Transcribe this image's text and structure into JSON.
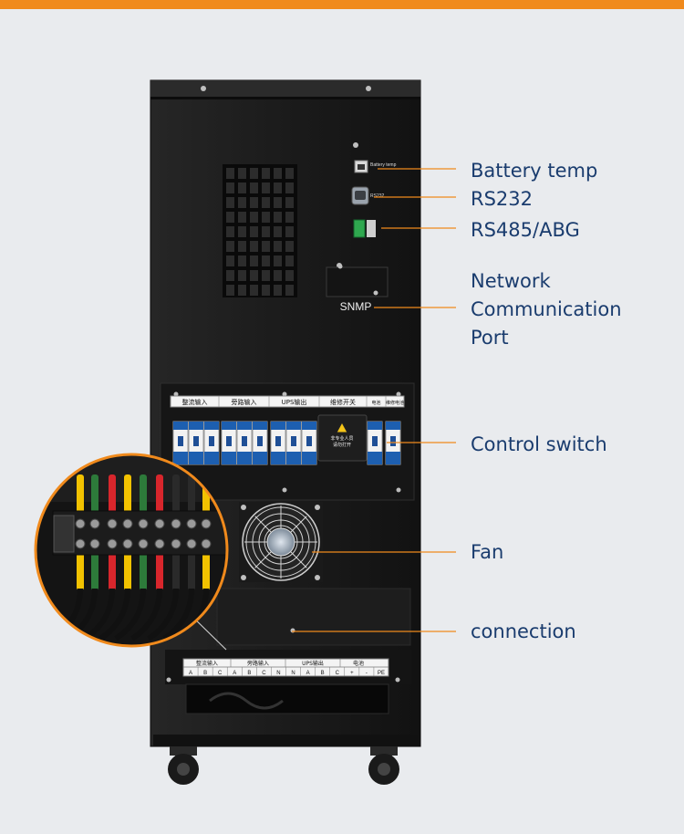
{
  "colors": {
    "accent": "#f08a1c",
    "background": "#e9ebee",
    "cabinet": "#1a1a1a",
    "label_text": "#1a3c6e",
    "breaker_blue": "#1d5fb0"
  },
  "port_labels": {
    "battery_temp_small": "Battery temp",
    "rs232_small": "RS232",
    "snmp": "SNMP"
  },
  "callouts": {
    "battery_temp": "Battery temp",
    "rs232": "RS232",
    "rs485": "RS485/ABG",
    "network": [
      "Network",
      "Communication",
      "Port"
    ],
    "control_switch": "Control switch",
    "fan": "Fan",
    "connection": "connection"
  },
  "breaker_panel": {
    "headers": [
      "整流输入",
      "旁路输入",
      "UPS输出",
      "维修开关",
      "电池",
      "维修电池"
    ],
    "warning_text": [
      "非专业人员",
      "请勿打开"
    ]
  },
  "terminal_strip": {
    "groups": [
      "整流输入",
      "旁路输入",
      "UPS输出",
      "电池"
    ],
    "terminals": [
      "A",
      "B",
      "C",
      "A",
      "B",
      "C",
      "N",
      "N",
      "A",
      "B",
      "C",
      "+",
      "-",
      "PE"
    ]
  },
  "icons": [
    "rj45-port-icon",
    "db9-port-icon",
    "terminal-block-icon",
    "fan-icon",
    "warning-icon",
    "caster-wheel-icon",
    "screw-icon"
  ]
}
